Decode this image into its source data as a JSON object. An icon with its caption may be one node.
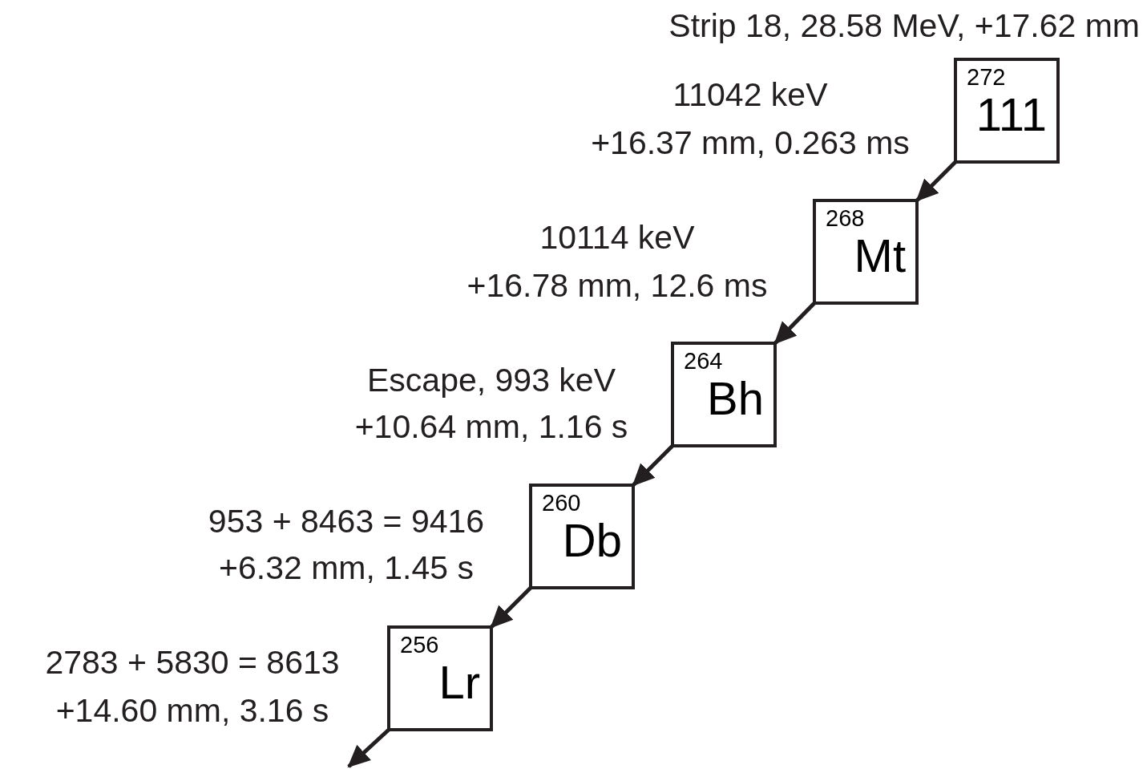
{
  "diagram": {
    "nodes": [
      {
        "text": [
          "272",
          "111"
        ],
        "beside": [
          "Strip 18, 28.58 MeV, +17.62 mm",
          "11042 keV",
          "+16.37 mm, 0.263 ms"
        ]
      },
      {
        "text": [
          "268",
          "Mt"
        ],
        "beside": [
          "10114 keV",
          "+16.78 mm, 12.6 ms"
        ]
      },
      {
        "text": [
          "264",
          "Bh"
        ],
        "beside": [
          "Escape, 993 keV",
          "+10.64 mm, 1.16 s"
        ]
      },
      {
        "text": [
          "260",
          "Db"
        ],
        "beside": [
          "953 + 8463 = 9416",
          "+6.32 mm, 1.45 s"
        ]
      },
      {
        "text": [
          "256",
          "Lr"
        ],
        "beside": [
          "2783 + 5830 = 8613",
          "+14.60 mm, 3.16 s"
        ]
      }
    ],
    "edges": [
      {
        "from": 0,
        "to": 1,
        "arrow": "to"
      },
      {
        "from": 1,
        "to": 2,
        "arrow": "to"
      },
      {
        "from": 2,
        "to": 3,
        "arrow": "to"
      },
      {
        "from": 3,
        "to": 4,
        "arrow": "to"
      },
      {
        "from": 4,
        "to": null,
        "arrow": "to"
      }
    ]
  }
}
